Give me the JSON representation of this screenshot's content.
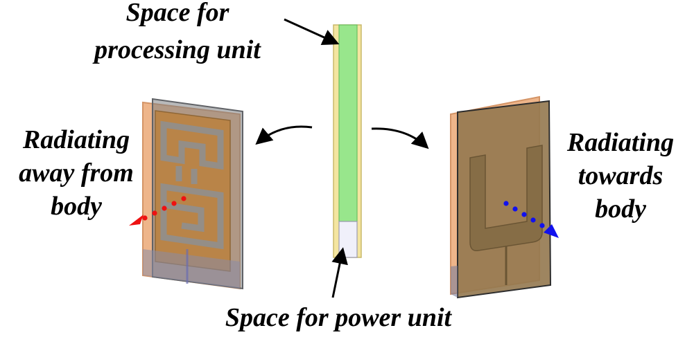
{
  "labels": {
    "processing_line1": "Space for",
    "processing_line2": "processing unit",
    "power": "Space for power unit",
    "away_line1": "Radiating",
    "away_line2": "away from",
    "away_line3": "body",
    "towards_line1": "Radiating",
    "towards_line2": "towards",
    "towards_line3": "body"
  },
  "colors": {
    "substrate": "#e8a878",
    "ground_plane": "#8a8a8a",
    "patch": "#b8864a",
    "module_frame": "#f3e39a",
    "processing_space": "#94e38a",
    "power_space": "#eeeefa",
    "away_dots": "#ee1111",
    "towards_dots": "#1111ee"
  }
}
